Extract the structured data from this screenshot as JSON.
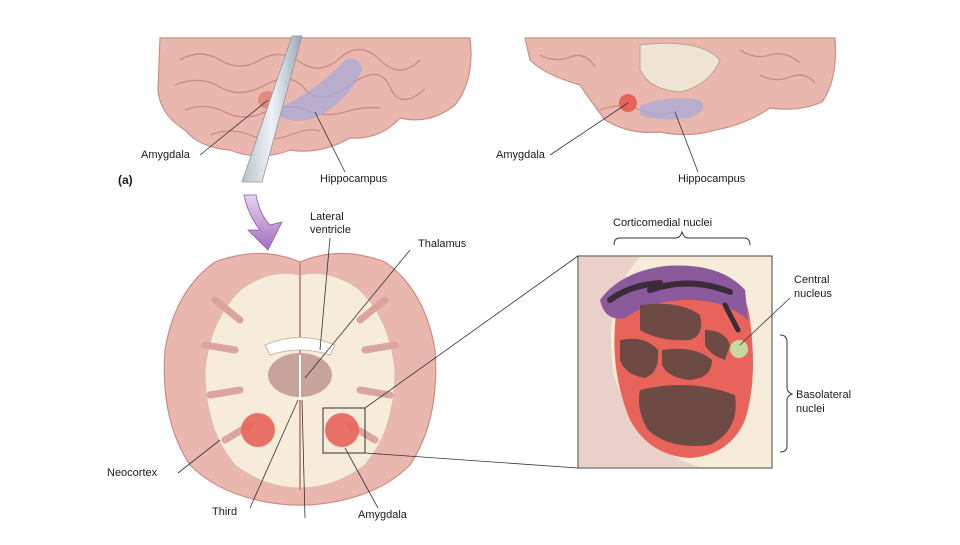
{
  "panel_label": "(a)",
  "top_left": {
    "amygdala": "Amygdala",
    "hippocampus": "Hippocampus"
  },
  "top_right": {
    "amygdala": "Amygdala",
    "hippocampus": "Hippocampus"
  },
  "coronal": {
    "lateral_ventricle_line1": "Lateral",
    "lateral_ventricle_line2": "ventricle",
    "thalamus": "Thalamus",
    "neocortex": "Neocortex",
    "third_line1": "Third",
    "amygdala": "Amygdala"
  },
  "inset": {
    "corticomedial": "Corticomedial nuclei",
    "central_line1": "Central",
    "central_line2": "nucleus",
    "basolateral_line1": "Basolateral",
    "basolateral_line2": "nuclei"
  },
  "colors": {
    "brain_pink": "#e9b7ae",
    "white_matter": "#f7ecd9",
    "amygdala_red": "#e8645a",
    "hippocampus_blue": "#a7a9d6",
    "nucleus_brown": "#6e4a44",
    "nucleus_purple": "#8a5a9c",
    "central_green": "#c7d7a0",
    "arrow_purple": "#b98ac9"
  }
}
